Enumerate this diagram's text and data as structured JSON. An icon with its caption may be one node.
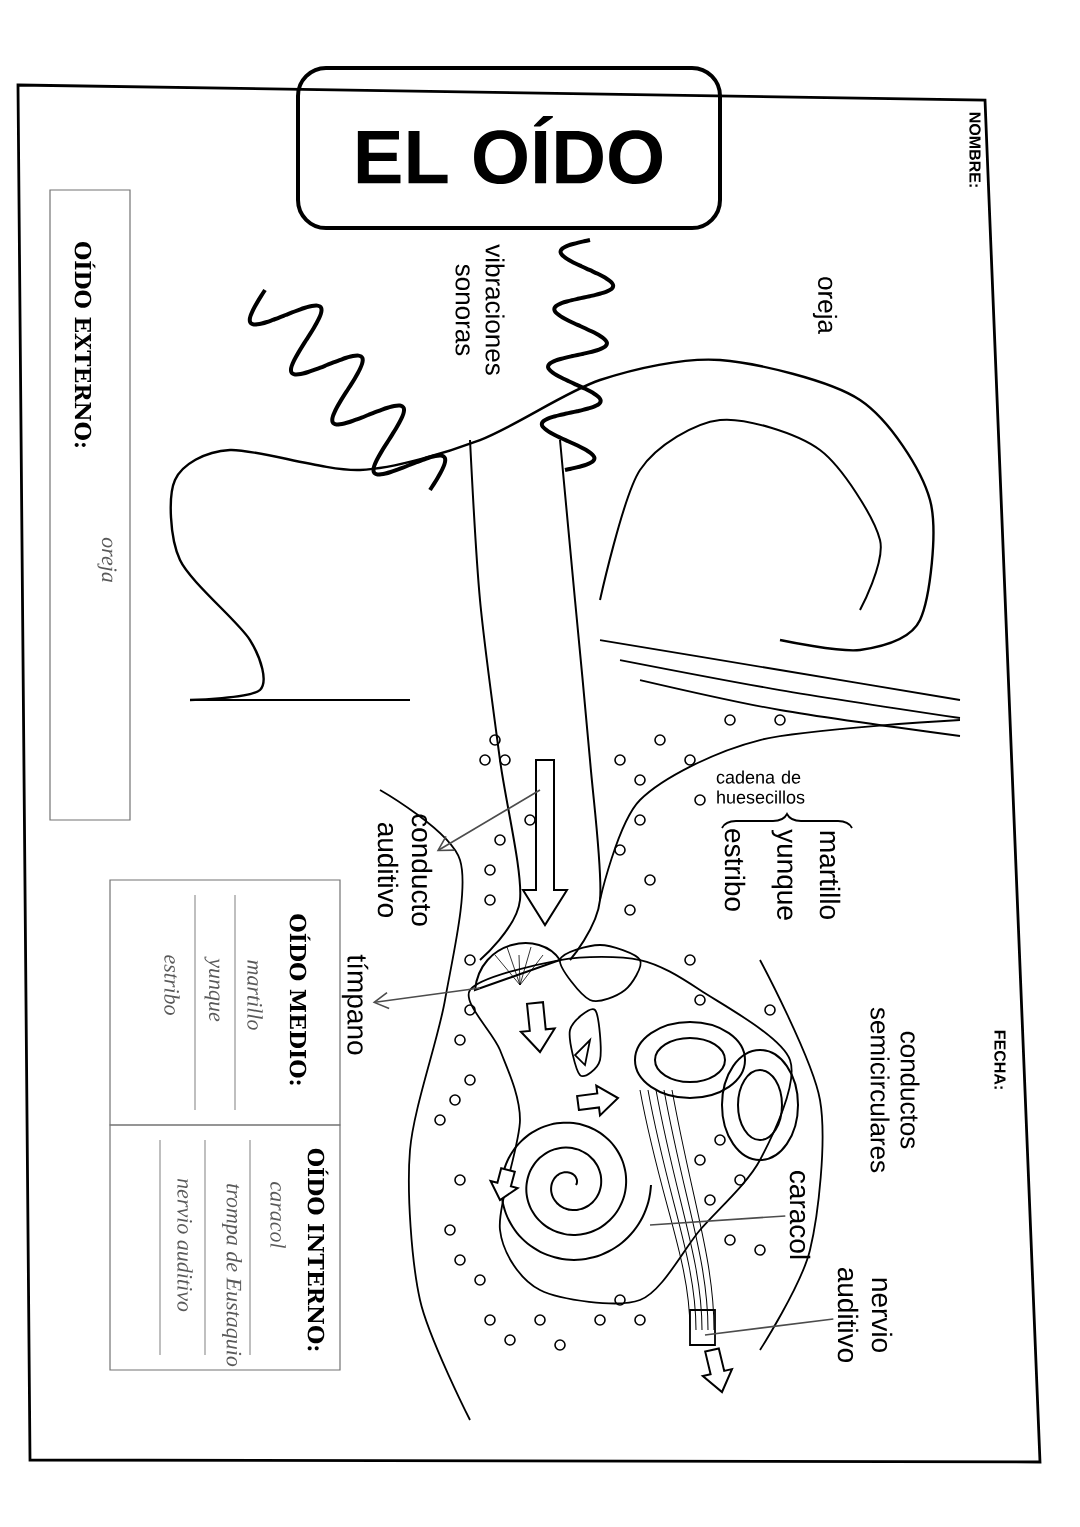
{
  "diagram": {
    "title": "EL OÍDO",
    "nodes": [
      {
        "text": [
          "conducto auditivo"
        ]
      },
      {
        "text": [
          "tímpano"
        ]
      },
      {
        "text": [
          "caracol"
        ]
      },
      {
        "text": [
          "nervio auditivo"
        ]
      },
      {
        "text": [
          "OÍDO EXTERNO:",
          "oreja"
        ]
      },
      {
        "text": [
          "OÍDO MEDIO:",
          "martillo",
          "yunque",
          "estribo"
        ]
      },
      {
        "text": [
          "OÍDO INTERNO:",
          "caracol",
          "trompa de Eustaquio",
          "nervio auditivo"
        ]
      }
    ],
    "edges": [
      {
        "from": null,
        "to": 0,
        "arrow": "to"
      },
      {
        "from": null,
        "to": 1,
        "arrow": "to"
      },
      {
        "from": 2,
        "to": null,
        "arrow": "none"
      },
      {
        "from": 3,
        "to": null,
        "arrow": "none"
      }
    ],
    "labels": [
      "NOMBRE:",
      "FECHA:",
      "oreja",
      "vibraciones sonoras",
      "cadena de huesecillos",
      "martillo",
      "yunque",
      "estribo",
      "conductos semicirculares"
    ]
  }
}
